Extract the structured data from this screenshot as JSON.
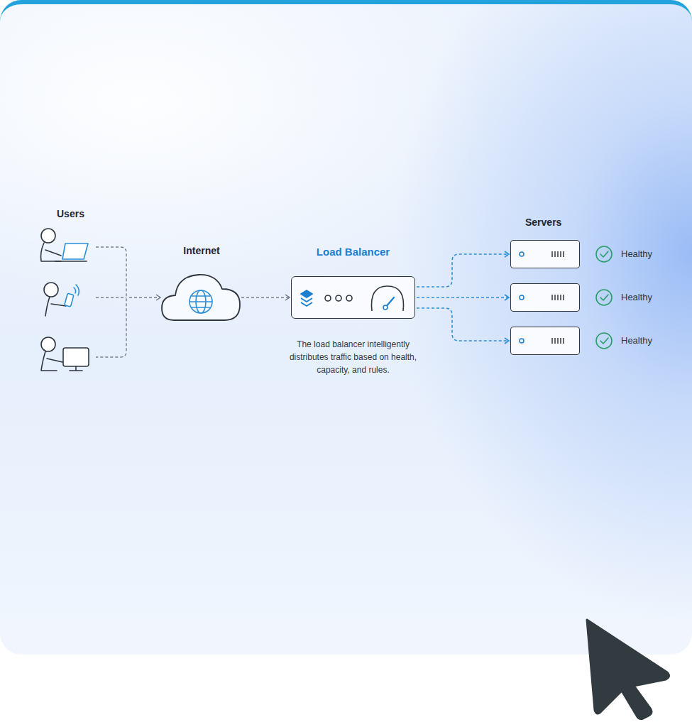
{
  "diagram": {
    "nodes": [
      {
        "text": [
          "Users"
        ]
      },
      {
        "text": [
          "Internet"
        ]
      },
      {
        "text": [
          "Load Balancer",
          "The load balancer intelligently distributes traffic based on health, capacity, and rules."
        ]
      },
      {
        "text": [
          "Servers"
        ]
      },
      {
        "text": [
          "Healthy"
        ],
        "in": 3
      },
      {
        "text": [
          "Healthy"
        ],
        "in": 3
      },
      {
        "text": [
          "Healthy"
        ],
        "in": 3
      }
    ],
    "edges": [
      {
        "from": 0,
        "to": 1,
        "arrow": "to"
      },
      {
        "from": 1,
        "to": 2,
        "arrow": "to"
      },
      {
        "from": 2,
        "to": 4,
        "arrow": "to"
      },
      {
        "from": 2,
        "to": 5,
        "arrow": "to"
      },
      {
        "from": 2,
        "to": 6,
        "arrow": "to"
      }
    ]
  }
}
